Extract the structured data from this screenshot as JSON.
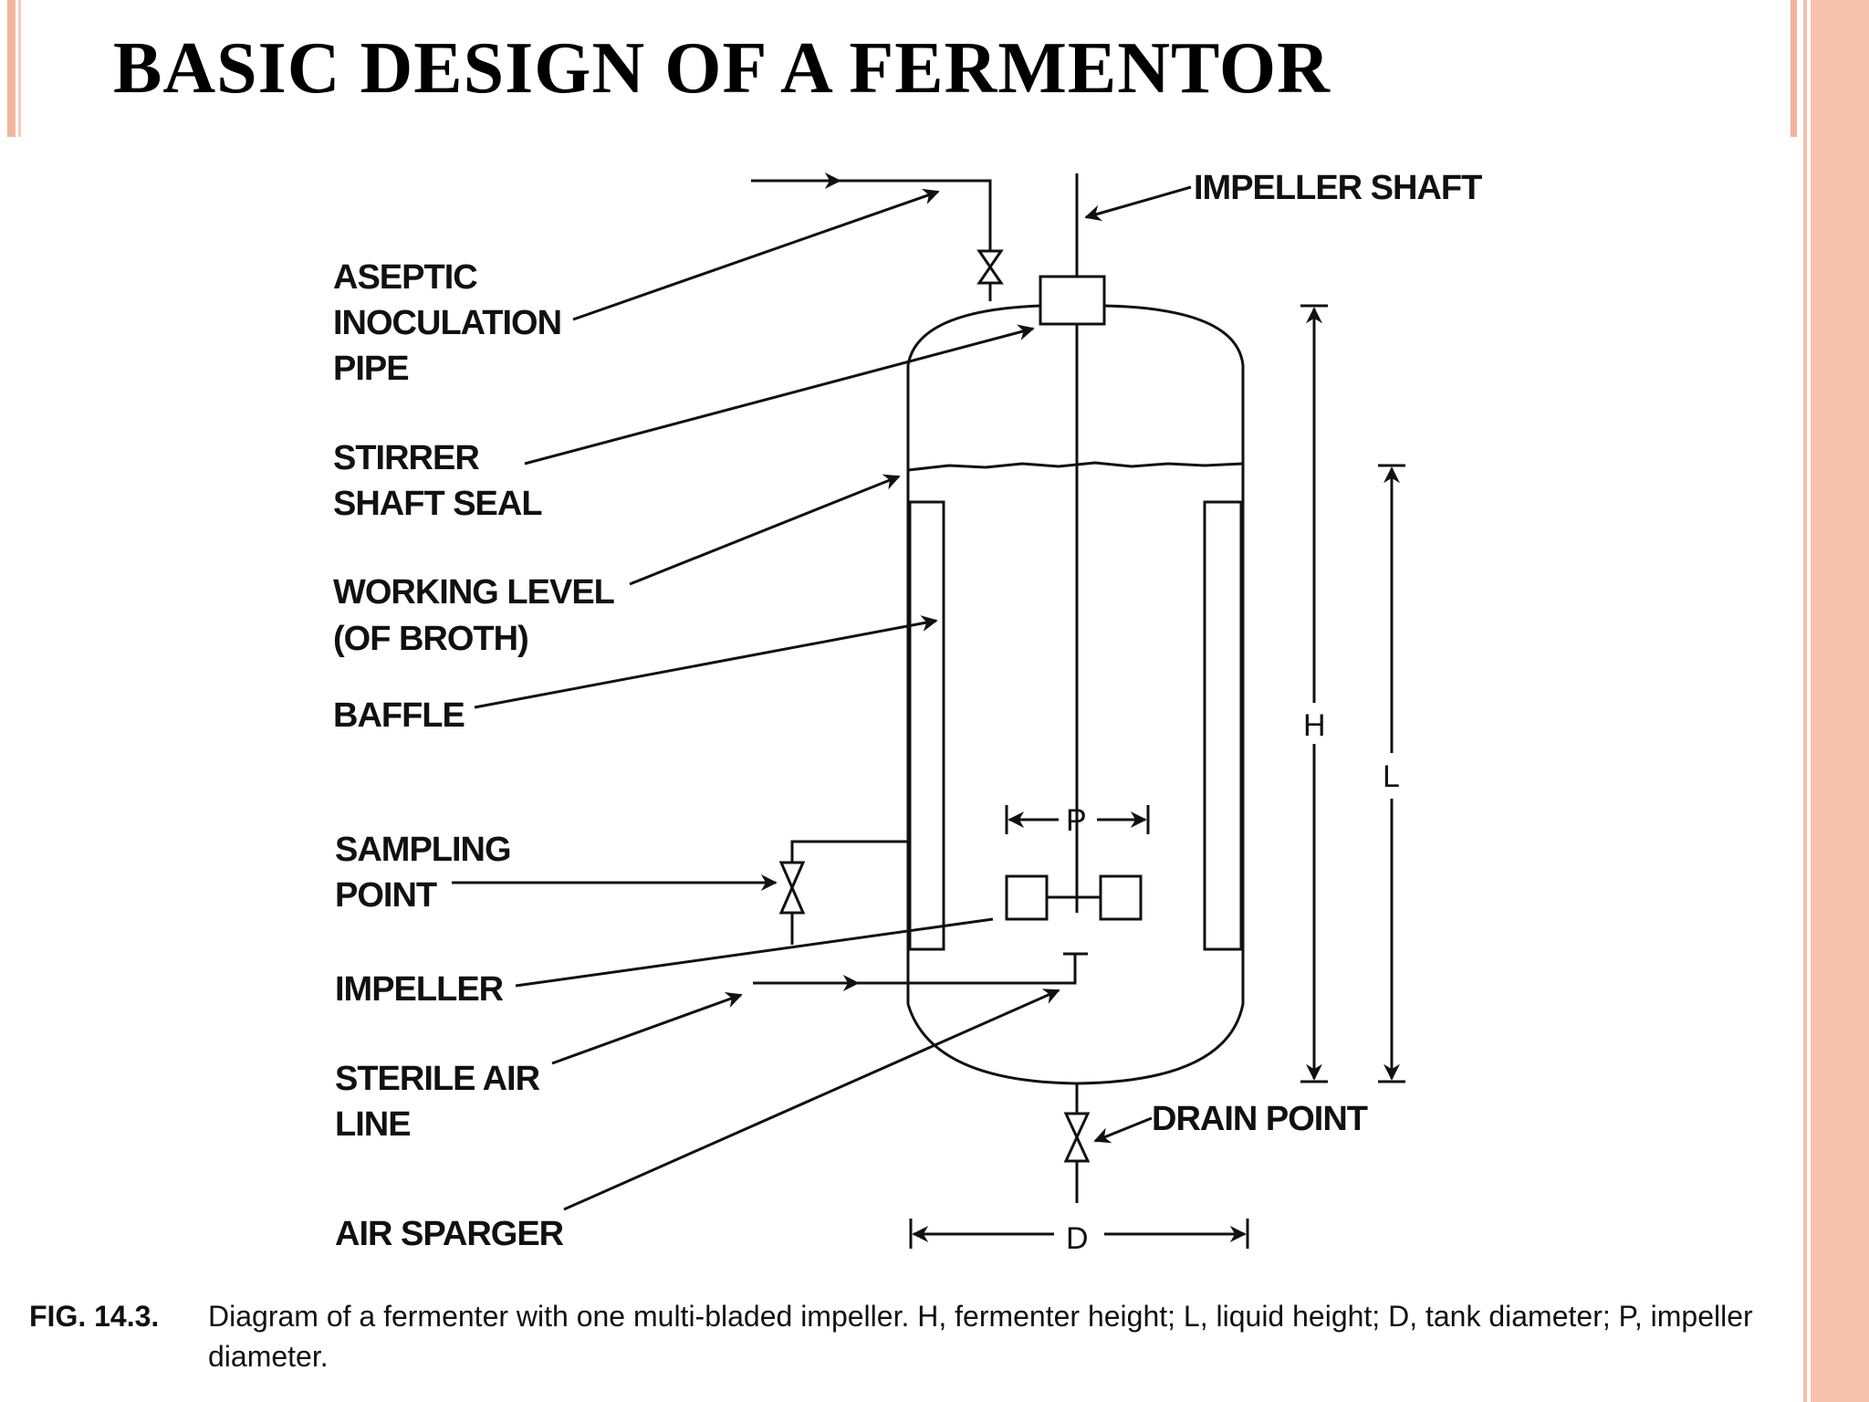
{
  "slide": {
    "title": "BASIC DESIGN OF A FERMENTOR",
    "accent_color": "#f7c2ac"
  },
  "labels": {
    "aseptic": [
      "ASEPTIC",
      "INOCULATION",
      "PIPE"
    ],
    "stirrer": [
      "STIRRER",
      "SHAFT SEAL"
    ],
    "working": [
      "WORKING LEVEL",
      "(OF BROTH)"
    ],
    "baffle": "BAFFLE",
    "sampling": [
      "SAMPLING",
      "POINT"
    ],
    "impeller": "IMPELLER",
    "sterile": [
      "STERILE AIR",
      "LINE"
    ],
    "sparger": "AIR SPARGER",
    "impeller_shaft": "IMPELLER SHAFT",
    "drain": "DRAIN POINT"
  },
  "dimensions": {
    "h": "H",
    "l": "L",
    "p": "P",
    "d": "D"
  },
  "caption": {
    "figure": "FIG. 14.3.",
    "text": "Diagram of a fermenter with one multi-bladed impeller. H, fermenter height; L, liquid height; D, tank diameter; P, impeller diameter."
  }
}
